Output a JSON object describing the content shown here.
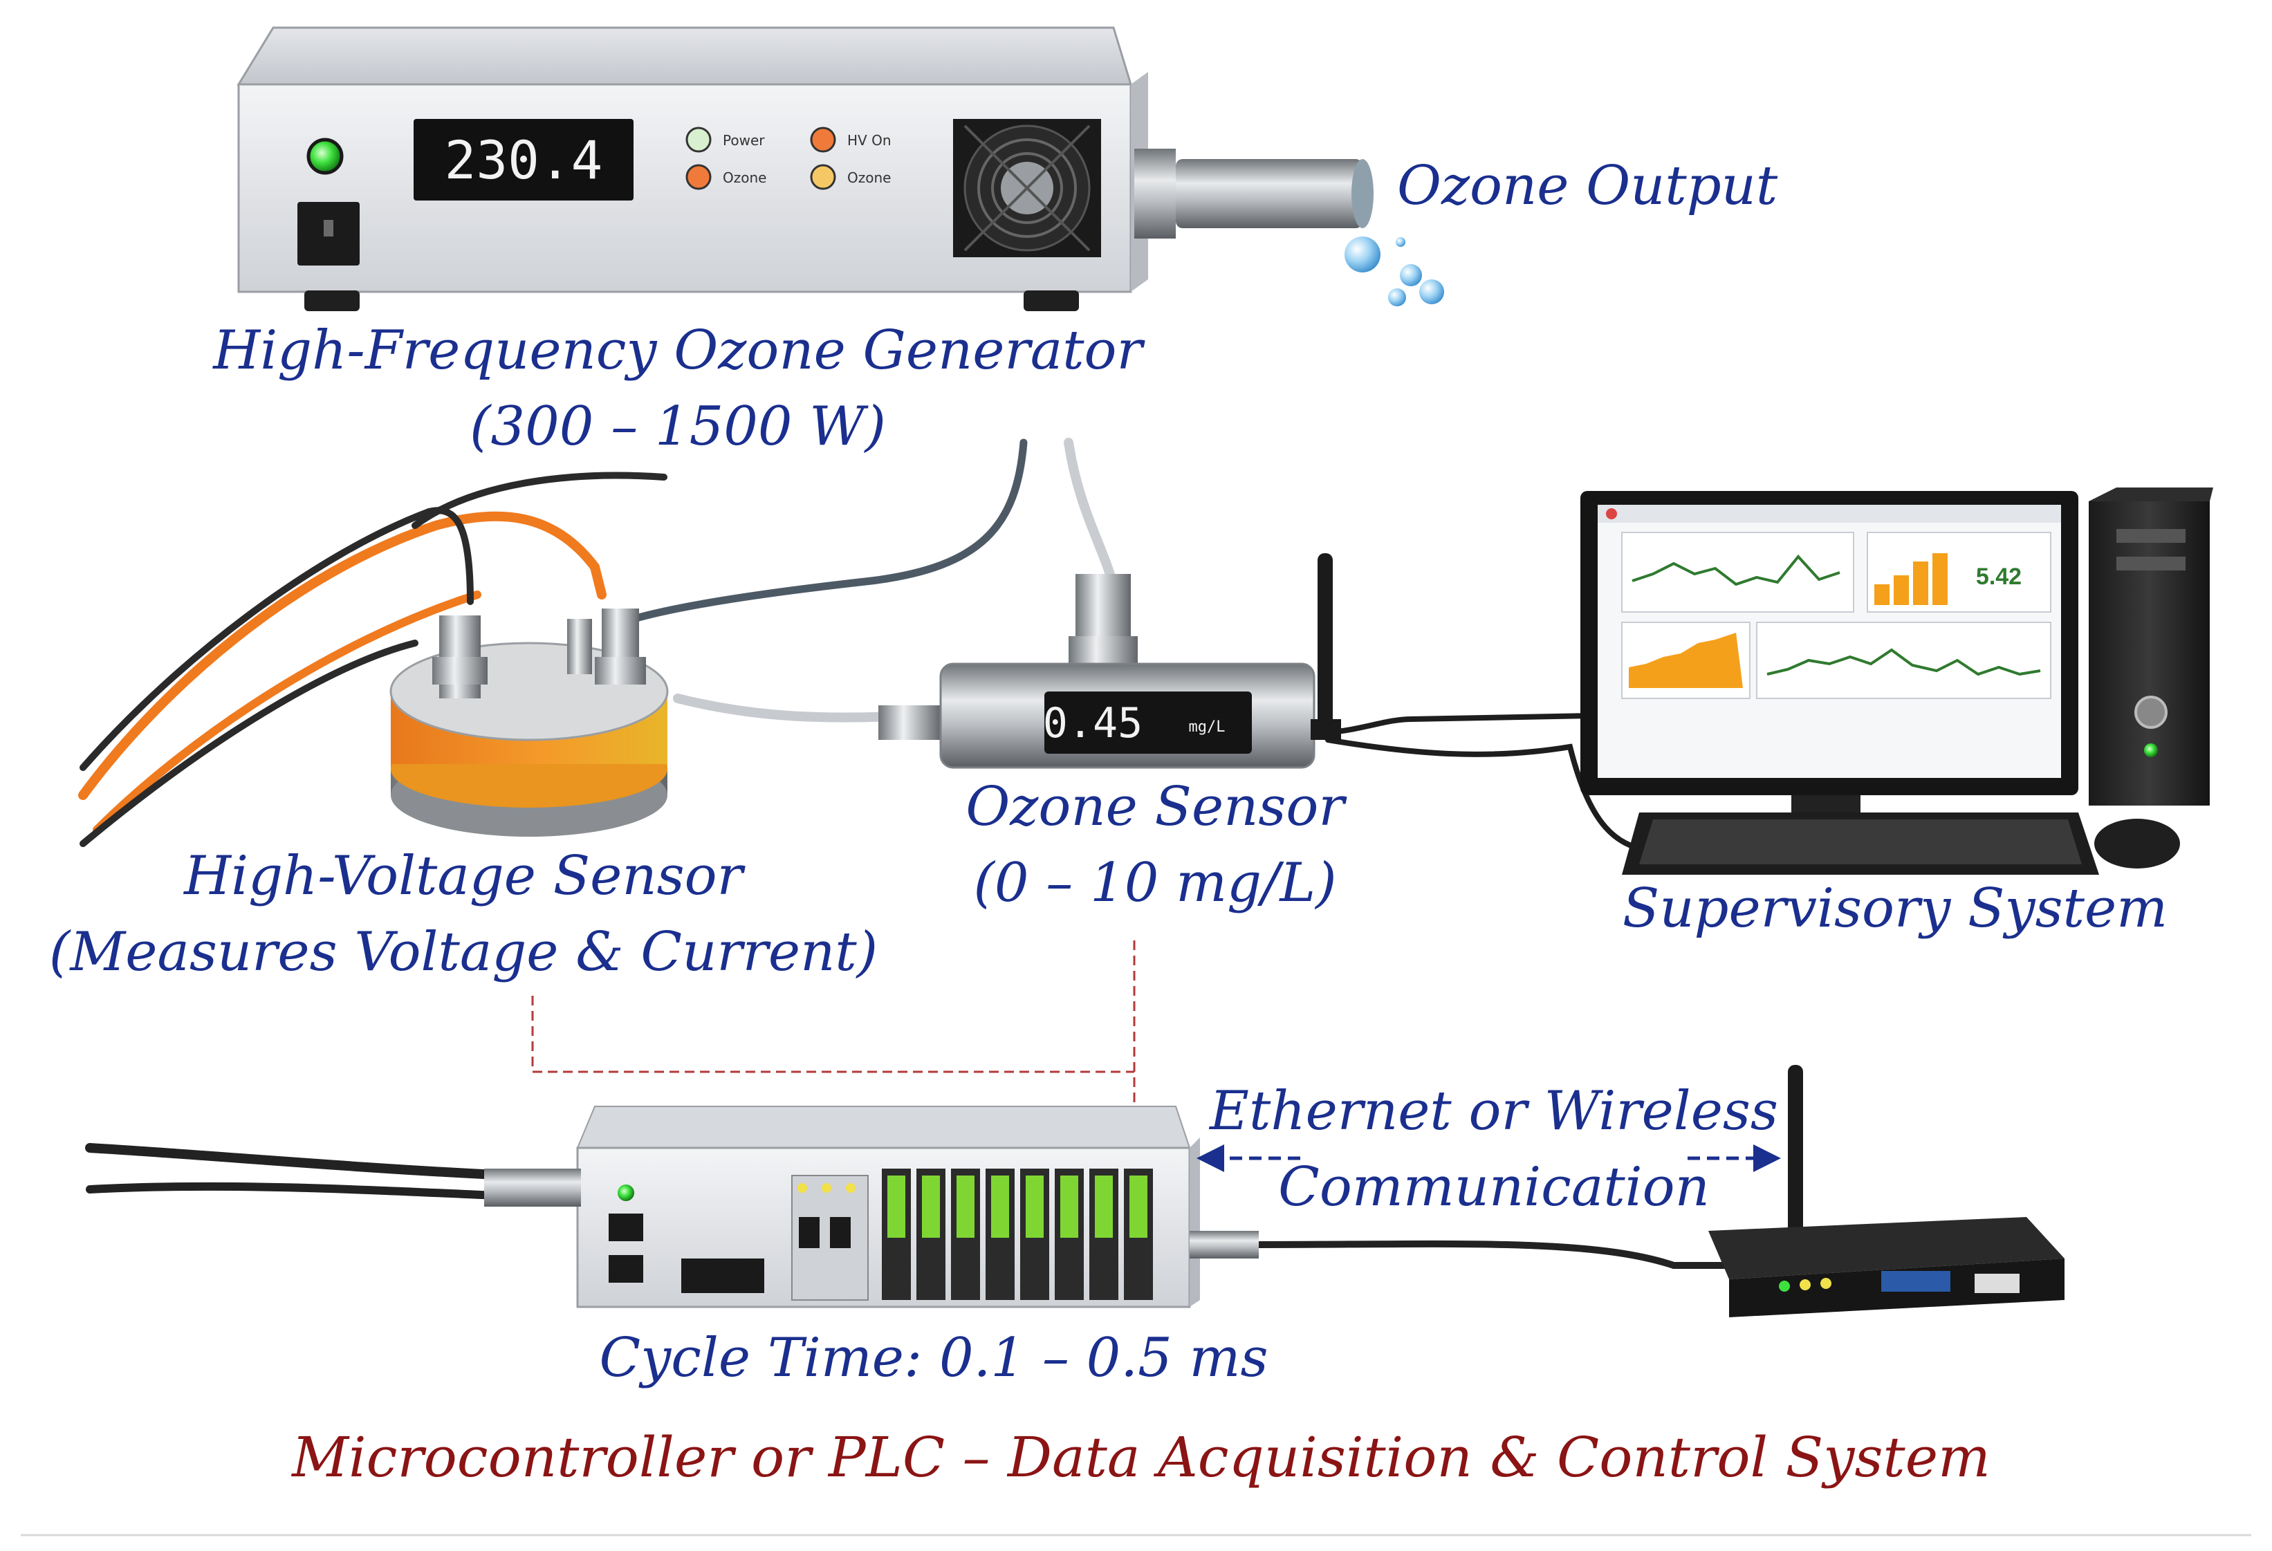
{
  "labels": {
    "ozone_output": "Ozone Output",
    "generator_title": "High-Frequency Ozone Generator",
    "generator_range": "(300 – 1500 W)",
    "hv_sensor_title": "High-Voltage Sensor",
    "hv_sensor_sub": "(Measures Voltage & Current)",
    "ozone_sensor_title": "Ozone Sensor",
    "ozone_sensor_range": "(0 – 10 mg/L)",
    "supervisory": "Supervisory System",
    "comm_line1": "Ethernet or Wireless",
    "comm_line2": "Communication",
    "cycle_time": "Cycle Time: 0.1 – 0.5 ms",
    "footer": "Microcontroller or PLC – Data Acquisition & Control System"
  },
  "generator": {
    "display_value": "230.4",
    "indicators": [
      {
        "label": "Power",
        "color": "#d8efd0"
      },
      {
        "label": "Ozone",
        "color": "#f07a3a"
      },
      {
        "label": "HV On",
        "color": "#f07a3a"
      },
      {
        "label": "Ozone",
        "color": "#f6c865"
      }
    ]
  },
  "ozone_sensor": {
    "display_value": "0.45",
    "display_unit": "mg/L"
  },
  "monitor": {
    "kpi_value": "5.42"
  },
  "colors": {
    "label_blue": "#1a2f8e",
    "label_red": "#8b1414",
    "cable_orange": "#f07a1e",
    "led_green": "#3ee03e",
    "chart_orange": "#f5a01a",
    "chart_green": "#2f7a2f"
  }
}
